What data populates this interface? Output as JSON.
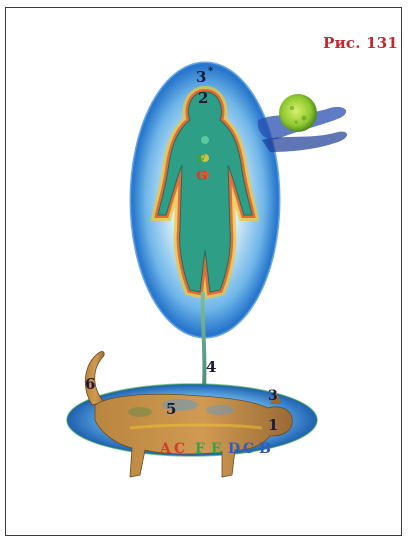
{
  "figure": {
    "caption": "Рис. 131"
  },
  "labels": {
    "n1": "1",
    "n2": "2",
    "n3_top": "3",
    "n3_top_mark": "*",
    "n3_bottom": "3",
    "n4": "4",
    "n5": "5",
    "n6": "6",
    "F": "F",
    "G": "G",
    "A": "A",
    "C_left": "C",
    "F2": "F",
    "E": "E",
    "D": "D",
    "C": "C",
    "B": "B"
  },
  "colors": {
    "aura_outer": "#1f6fc9",
    "aura_inner": "#bfe3f7",
    "figure_body": "#2f9e86",
    "moon": "#9bd33c",
    "label_dark": "#1a1a3a",
    "label_red": "#d63a2c",
    "label_green": "#3aa04a",
    "label_blue": "#2b5fb8",
    "caption": "#c4272f"
  },
  "icons": [
    "moon-icon",
    "dog-figure-icon",
    "human-figure-icon"
  ]
}
